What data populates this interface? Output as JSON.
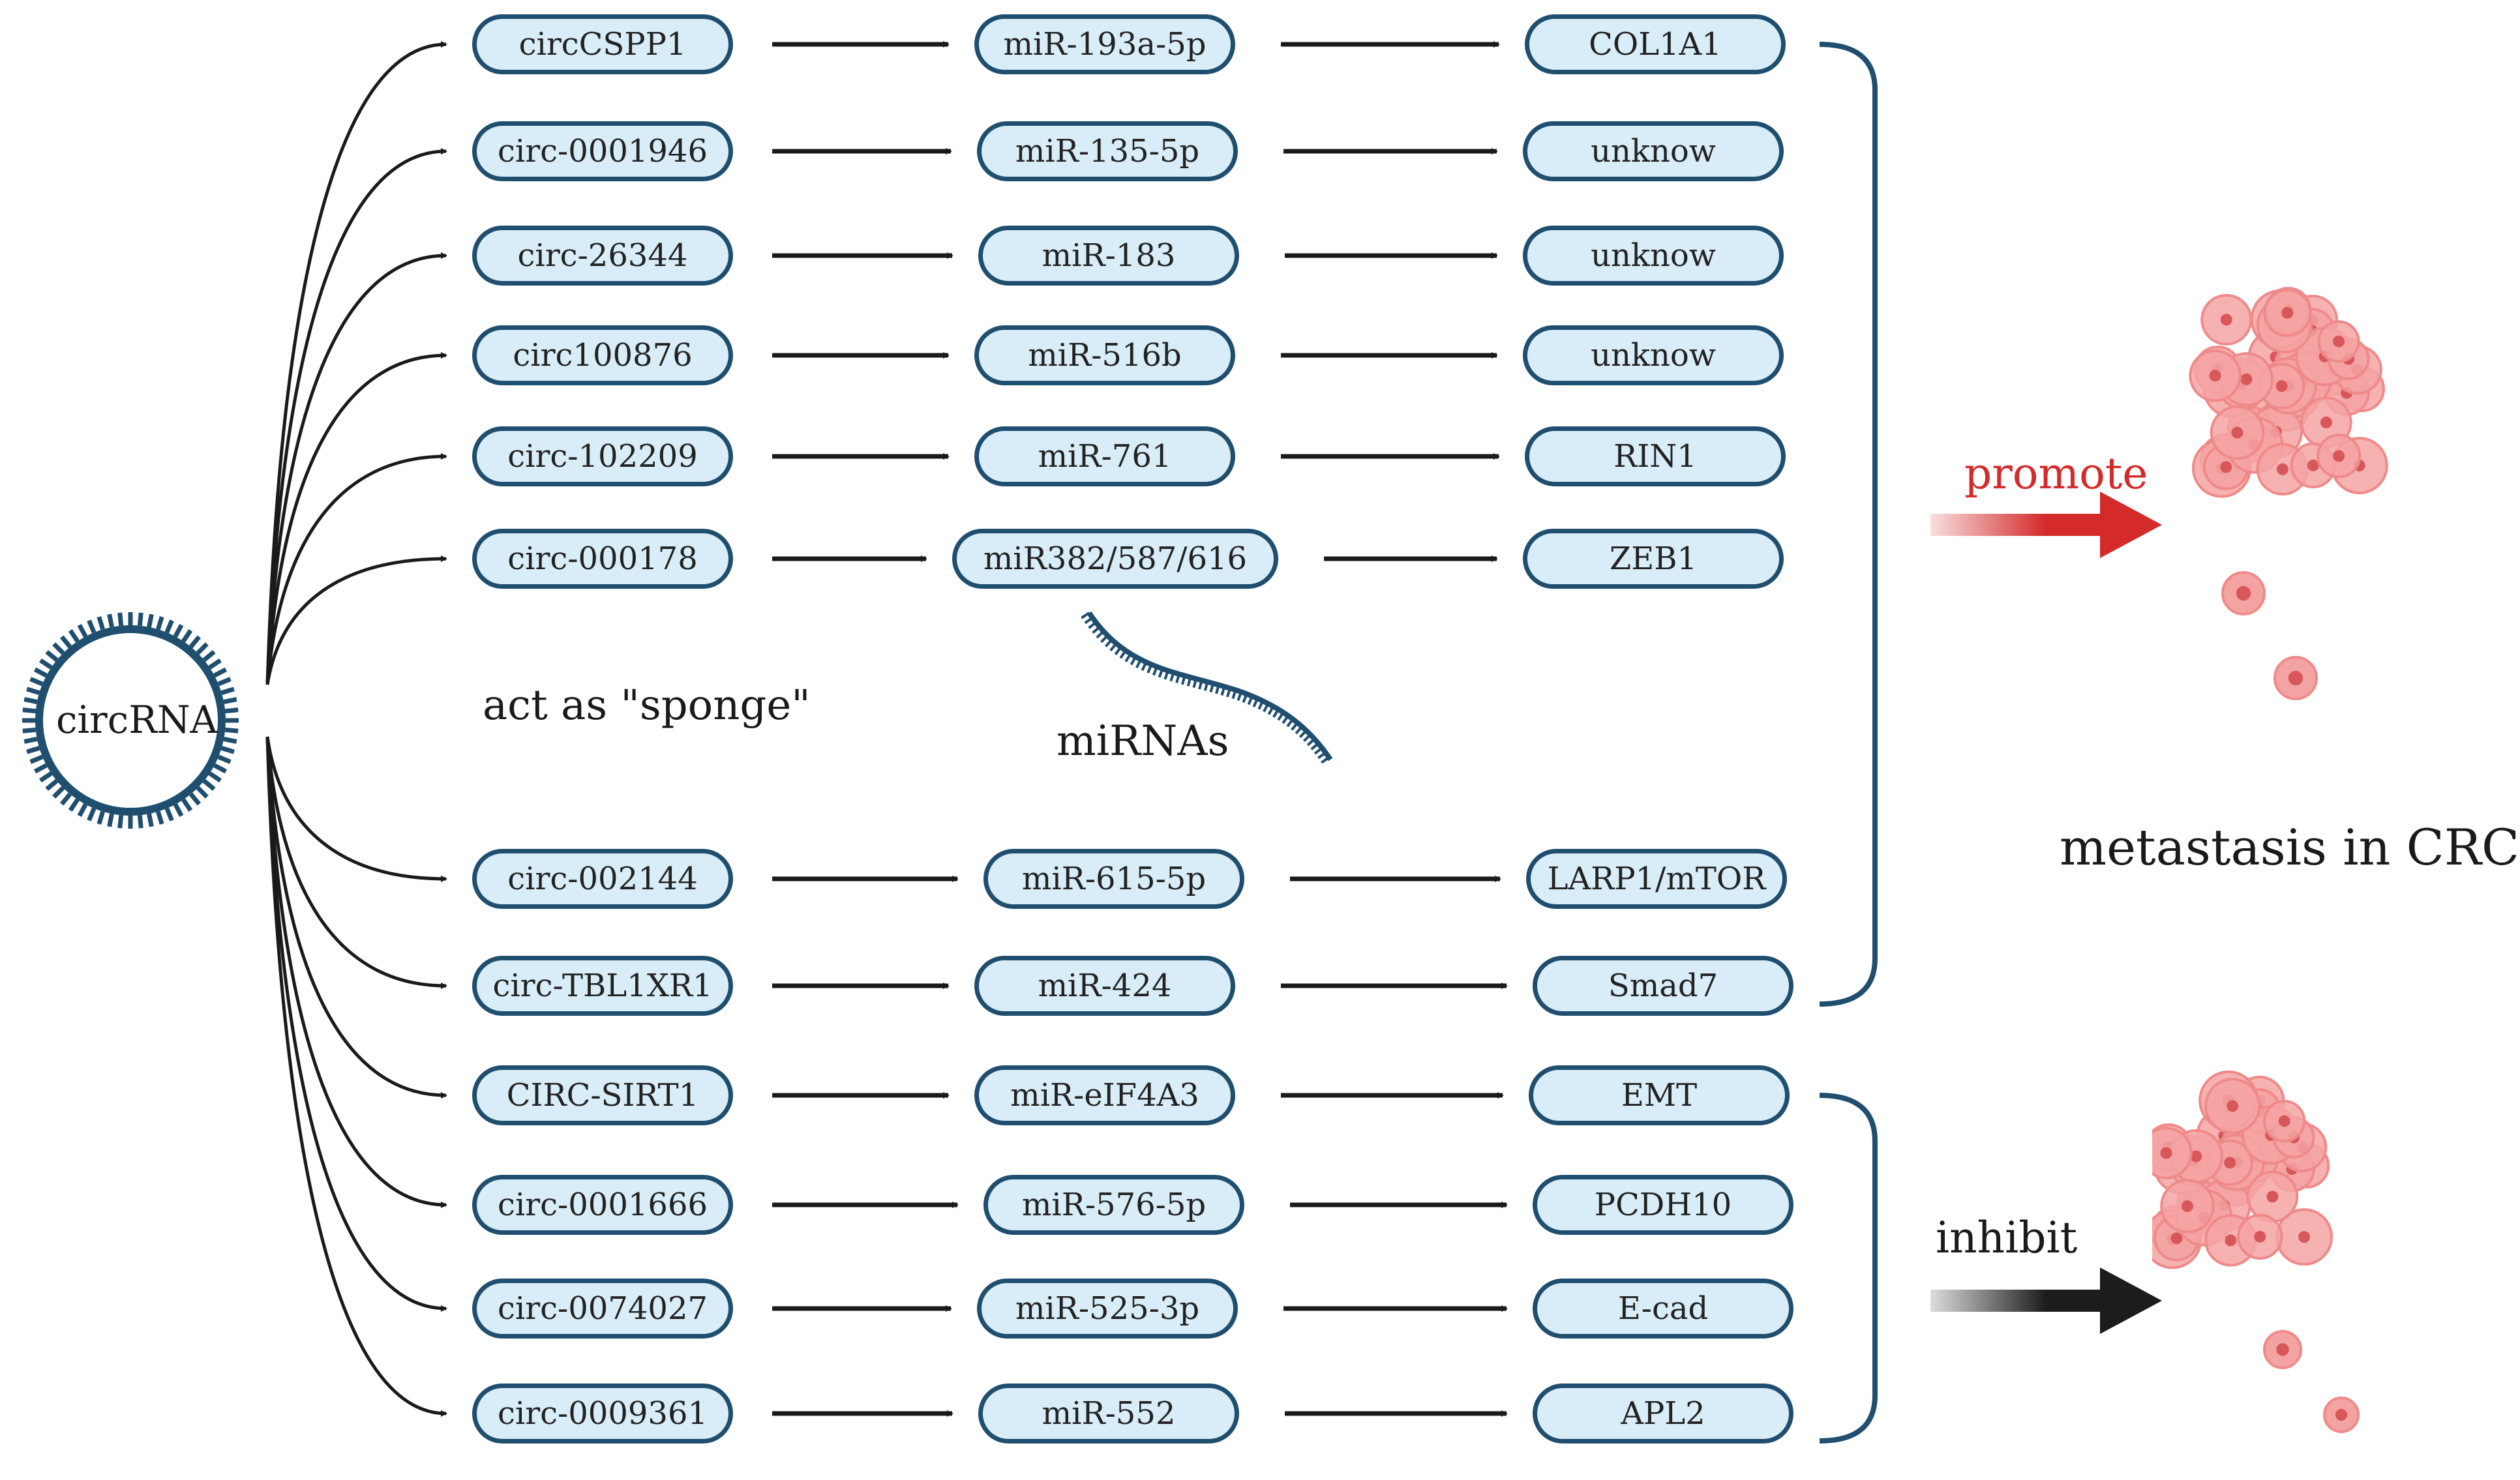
{
  "hub": {
    "label": "circRNA"
  },
  "sponge_label": "act as \"sponge\"",
  "mirna_label": "miRNAs",
  "outcome_label": "metastasis in CRC",
  "promote_label": "promote",
  "inhibit_label": "inhibit",
  "colors": {
    "promote": "#d42a2a",
    "inhibit": "#1c1c1c",
    "pill_fill": "#d9edf8",
    "pill_border": "#1f4e6e",
    "cell": "#ef8a8a"
  },
  "rows": [
    {
      "circ": "circCSPP1",
      "mir": "miR-193a-5p",
      "target": "COL1A1",
      "group": "promote"
    },
    {
      "circ": "circ-0001946",
      "mir": "miR-135-5p",
      "target": "unknow",
      "group": "promote"
    },
    {
      "circ": "circ-26344",
      "mir": "miR-183",
      "target": "unknow",
      "group": "promote"
    },
    {
      "circ": "circ100876",
      "mir": "miR-516b",
      "target": "unknow",
      "group": "promote"
    },
    {
      "circ": "circ-102209",
      "mir": "miR-761",
      "target": "RIN1",
      "group": "promote"
    },
    {
      "circ": "circ-000178",
      "mir": "miR382/587/616",
      "target": "ZEB1",
      "group": "promote"
    },
    {
      "circ": "circ-002144",
      "mir": "miR-615-5p",
      "target": "LARP1/mTOR",
      "group": "promote"
    },
    {
      "circ": "circ-TBL1XR1",
      "mir": "miR-424",
      "target": "Smad7",
      "group": "promote"
    },
    {
      "circ": "CIRC-SIRT1",
      "mir": "miR-eIF4A3",
      "target": "EMT",
      "group": "inhibit"
    },
    {
      "circ": "circ-0001666",
      "mir": "miR-576-5p",
      "target": "PCDH10",
      "group": "inhibit"
    },
    {
      "circ": "circ-0074027",
      "mir": "miR-525-3p",
      "target": "E-cad",
      "group": "inhibit"
    },
    {
      "circ": "circ-0009361",
      "mir": "miR-552",
      "target": "APL2",
      "group": "inhibit"
    }
  ]
}
